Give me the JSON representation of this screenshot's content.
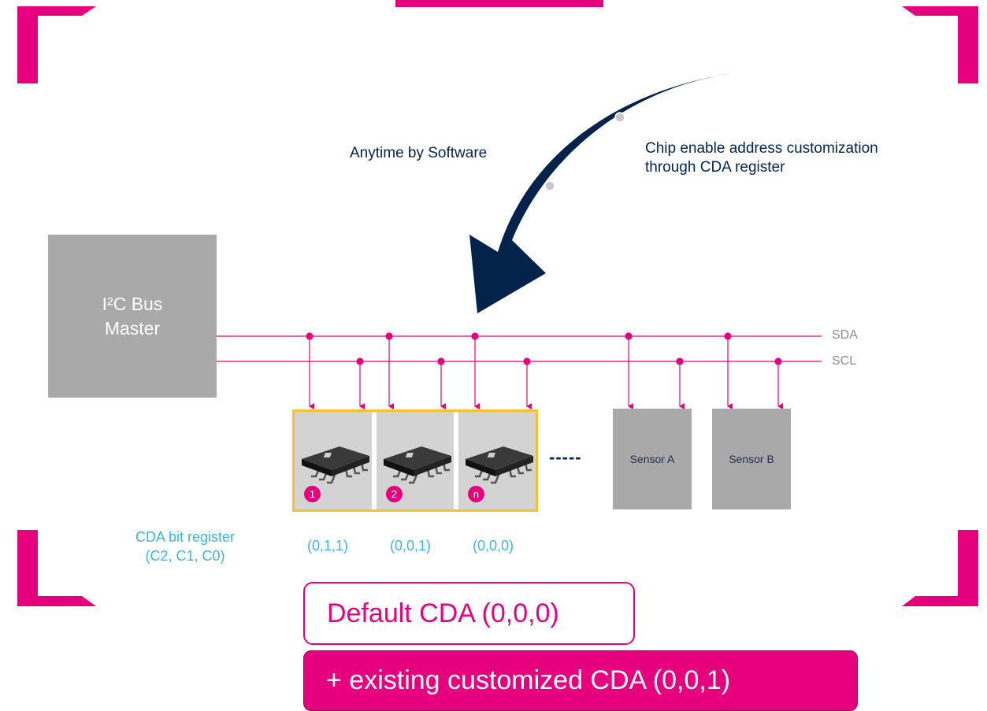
{
  "master": {
    "line1": "I²C Bus",
    "line2": "Master"
  },
  "bus": {
    "sda": "SDA",
    "scl": "SCL"
  },
  "chips": [
    {
      "badge": "1"
    },
    {
      "badge": "2"
    },
    {
      "badge": "n"
    }
  ],
  "sensors": {
    "a": "Sensor A",
    "b": "Sensor B"
  },
  "ellipsis": "-----",
  "cda_register": {
    "line1": "CDA bit register",
    "line2": "(C2, C1, C0)"
  },
  "cda_values": [
    "(0,1,1)",
    "(0,0,1)",
    "(0,0,0)"
  ],
  "annotations": {
    "software": "Anytime by Software",
    "chip_enable_line1": "Chip enable address customization",
    "chip_enable_line2": "through CDA register"
  },
  "boxes": {
    "default": "Default CDA (0,0,0)",
    "existing": "+ existing customized CDA (0,0,1)"
  },
  "colors": {
    "accent": "#e6007e",
    "navy": "#03234b",
    "cyan": "#3cb4e5",
    "gold": "#f4c430",
    "grey": "#a9a9a9"
  }
}
